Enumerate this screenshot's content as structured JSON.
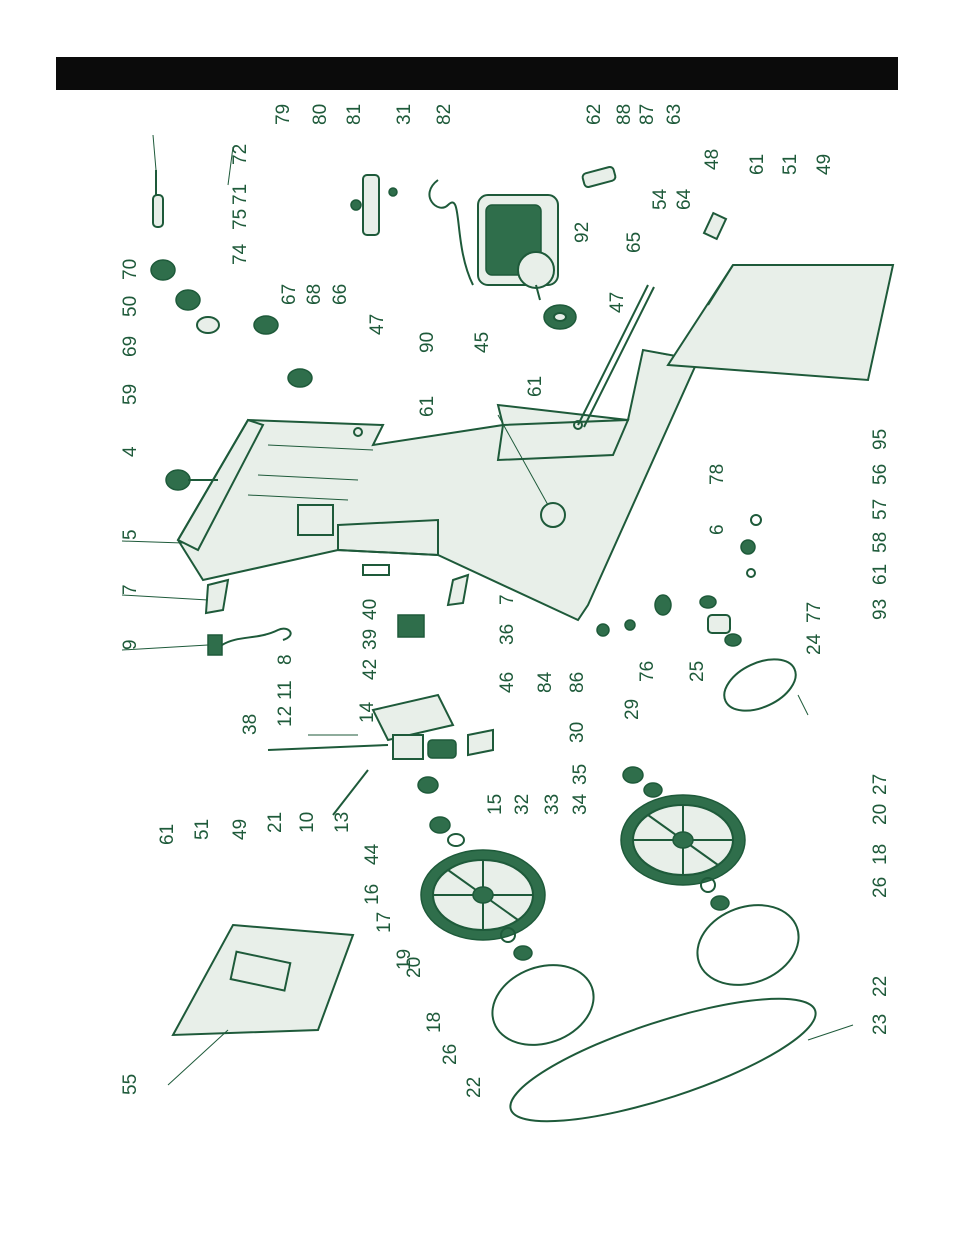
{
  "header": {
    "title": ""
  },
  "diagram": {
    "colors": {
      "ink": "#1e5a3a",
      "header_bar": "#0b0b0b"
    },
    "labels": {
      "p79": "79",
      "p80": "80",
      "p81": "81",
      "p31": "31",
      "p82": "82",
      "p62": "62",
      "p88": "88",
      "p87": "87",
      "p63": "63",
      "p72": "72",
      "p71": "71",
      "p75": "75",
      "p74": "74",
      "p70": "70",
      "p50": "50",
      "p69": "69",
      "p59": "59",
      "p4": "4",
      "p5": "5",
      "p7a": "7",
      "p9": "9",
      "p8": "8",
      "p11": "11",
      "p12": "12",
      "p67": "67",
      "p68": "68",
      "p66": "66",
      "p47a": "47",
      "p61a": "61",
      "p90": "90",
      "p45": "45",
      "p92": "92",
      "p47b": "47",
      "p65": "65",
      "p54": "54",
      "p64": "64",
      "p48": "48",
      "p61b": "61",
      "p51a": "51",
      "p49a": "49",
      "p61c": "61",
      "p78": "78",
      "p6": "6",
      "p40": "40",
      "p39": "39",
      "p42": "42",
      "p36": "36",
      "p7b": "7",
      "p84": "84",
      "p86": "86",
      "p76": "76",
      "p25": "25",
      "p24": "24",
      "p77": "77",
      "p95": "95",
      "p56": "56",
      "p57": "57",
      "p58": "58",
      "p61d": "61",
      "p93": "93",
      "p38": "38",
      "p14": "14",
      "p46": "46",
      "p21": "21",
      "p10": "10",
      "p13": "13",
      "p44": "44",
      "p15": "15",
      "p32": "32",
      "p33": "33",
      "p34": "34",
      "p35": "35",
      "p16": "16",
      "p17": "17",
      "p19": "19",
      "p30": "30",
      "p29": "29",
      "p27": "27",
      "p20a": "20",
      "p18a": "18",
      "p26a": "26",
      "p22a": "22",
      "p20b": "20",
      "p18b": "18",
      "p26b": "26",
      "p22b": "22",
      "p23": "23",
      "p61e": "61",
      "p51b": "51",
      "p49b": "49",
      "p55": "55"
    }
  }
}
